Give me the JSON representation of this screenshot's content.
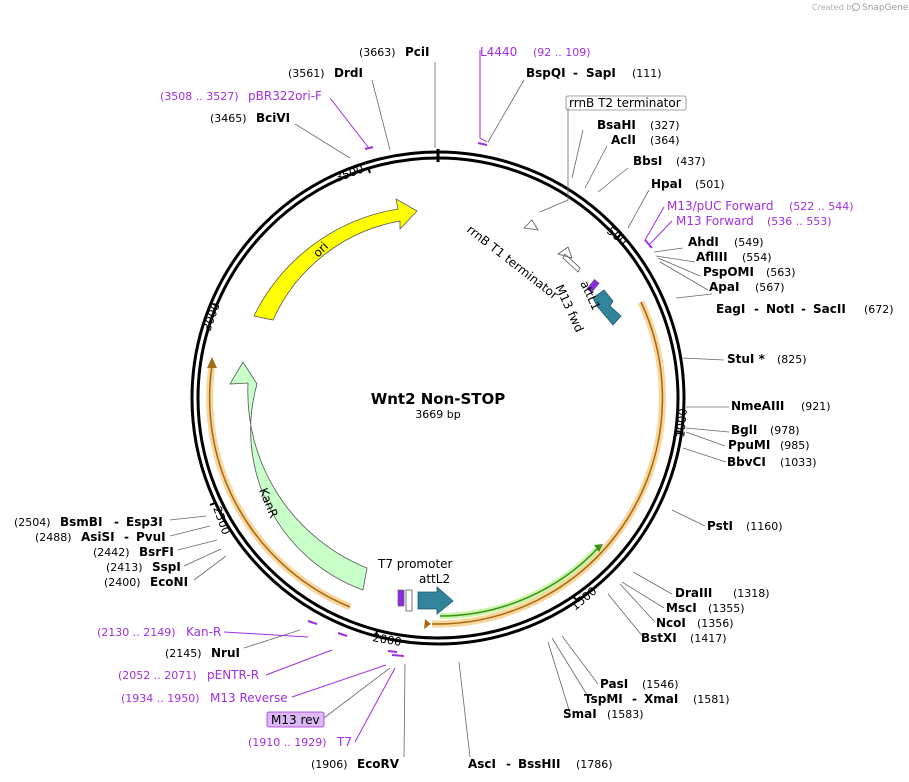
{
  "credit": {
    "prefix": "Created by",
    "brand": "SnapGene",
    "logo_icon": "snapgene-logo-icon"
  },
  "plasmid": {
    "name": "Wnt2 Non-STOP",
    "size": "3669 bp"
  },
  "colors": {
    "primer": "#a12edf",
    "ori": "#ffff00",
    "kanr": "#c8ffc8",
    "attl": "#31849b",
    "orf": "#f5b74a",
    "green_feature": "#4fb82a"
  },
  "ticks": [
    "500",
    "1000",
    "1500",
    "2000",
    "2500",
    "3000",
    "3500"
  ],
  "enzymes": [
    {
      "name": "PciI",
      "pos": "(3663)"
    },
    {
      "name": "DrdI",
      "pos": "(3561)"
    },
    {
      "name": "BciVI",
      "pos": "(3465)"
    },
    {
      "name": "BspQI",
      "name2": "SapI",
      "pos": "(111)"
    },
    {
      "name": "BsaHI",
      "pos": "(327)"
    },
    {
      "name": "AclI",
      "pos": "(364)"
    },
    {
      "name": "BbsI",
      "pos": "(437)"
    },
    {
      "name": "HpaI",
      "pos": "(501)"
    },
    {
      "name": "AhdI",
      "pos": "(549)"
    },
    {
      "name": "AflIII",
      "pos": "(554)"
    },
    {
      "name": "PspOMI",
      "pos": "(563)"
    },
    {
      "name": "ApaI",
      "pos": "(567)"
    },
    {
      "name": "EagI",
      "name2": "NotI",
      "name3": "SacII",
      "pos": "(672)"
    },
    {
      "name": "StuI *",
      "pos": "(825)"
    },
    {
      "name": "NmeAIII",
      "pos": "(921)"
    },
    {
      "name": "BglI",
      "pos": "(978)"
    },
    {
      "name": "PpuMI",
      "pos": "(985)"
    },
    {
      "name": "BbvCI",
      "pos": "(1033)"
    },
    {
      "name": "PstI",
      "pos": "(1160)"
    },
    {
      "name": "DraIII",
      "pos": "(1318)"
    },
    {
      "name": "MscI",
      "pos": "(1355)"
    },
    {
      "name": "NcoI",
      "pos": "(1356)"
    },
    {
      "name": "BstXI",
      "pos": "(1417)"
    },
    {
      "name": "PasI",
      "pos": "(1546)"
    },
    {
      "name": "TspMI",
      "name2": "XmaI",
      "pos": "(1581)"
    },
    {
      "name": "SmaI",
      "pos": "(1583)"
    },
    {
      "name": "AscI",
      "name2": "BssHII",
      "pos": "(1786)"
    },
    {
      "name": "EcoRV",
      "pos": "(1906)"
    },
    {
      "name": "NruI",
      "pos": "(2145)"
    },
    {
      "name": "EcoNI",
      "pos": "(2400)"
    },
    {
      "name": "SspI",
      "pos": "(2413)"
    },
    {
      "name": "BsrFI",
      "pos": "(2442)"
    },
    {
      "name": "AsiSI",
      "name2": "PvuI",
      "pos": "(2488)"
    },
    {
      "name": "BsmBI",
      "name2": "Esp3I",
      "pos": "(2504)"
    }
  ],
  "primers": [
    {
      "name": "L4440",
      "range": "(92 .. 109)"
    },
    {
      "name": "pBR322ori-F",
      "range": "(3508 .. 3527)"
    },
    {
      "name": "M13/pUC Forward",
      "range": "(522 .. 544)"
    },
    {
      "name": "M13 Forward",
      "range": "(536 .. 553)"
    },
    {
      "name": "Kan-R",
      "range": "(2130 .. 2149)"
    },
    {
      "name": "pENTR-R",
      "range": "(2052 .. 2071)"
    },
    {
      "name": "M13 Reverse",
      "range": "(1934 .. 1950)"
    },
    {
      "name": "M13 rev",
      "range": ""
    },
    {
      "name": "T7",
      "range": "(1910 .. 1929)"
    }
  ],
  "features": {
    "rrnb_t2": "rrnB T2 terminator",
    "rrnb_t1": "rrnB T1 terminator",
    "m13_fwd": "M13 fwd",
    "attl1": "attL1",
    "ori": "ori",
    "kanr": "KanR",
    "t7_promoter": "T7 promoter",
    "attl2": "attL2"
  }
}
